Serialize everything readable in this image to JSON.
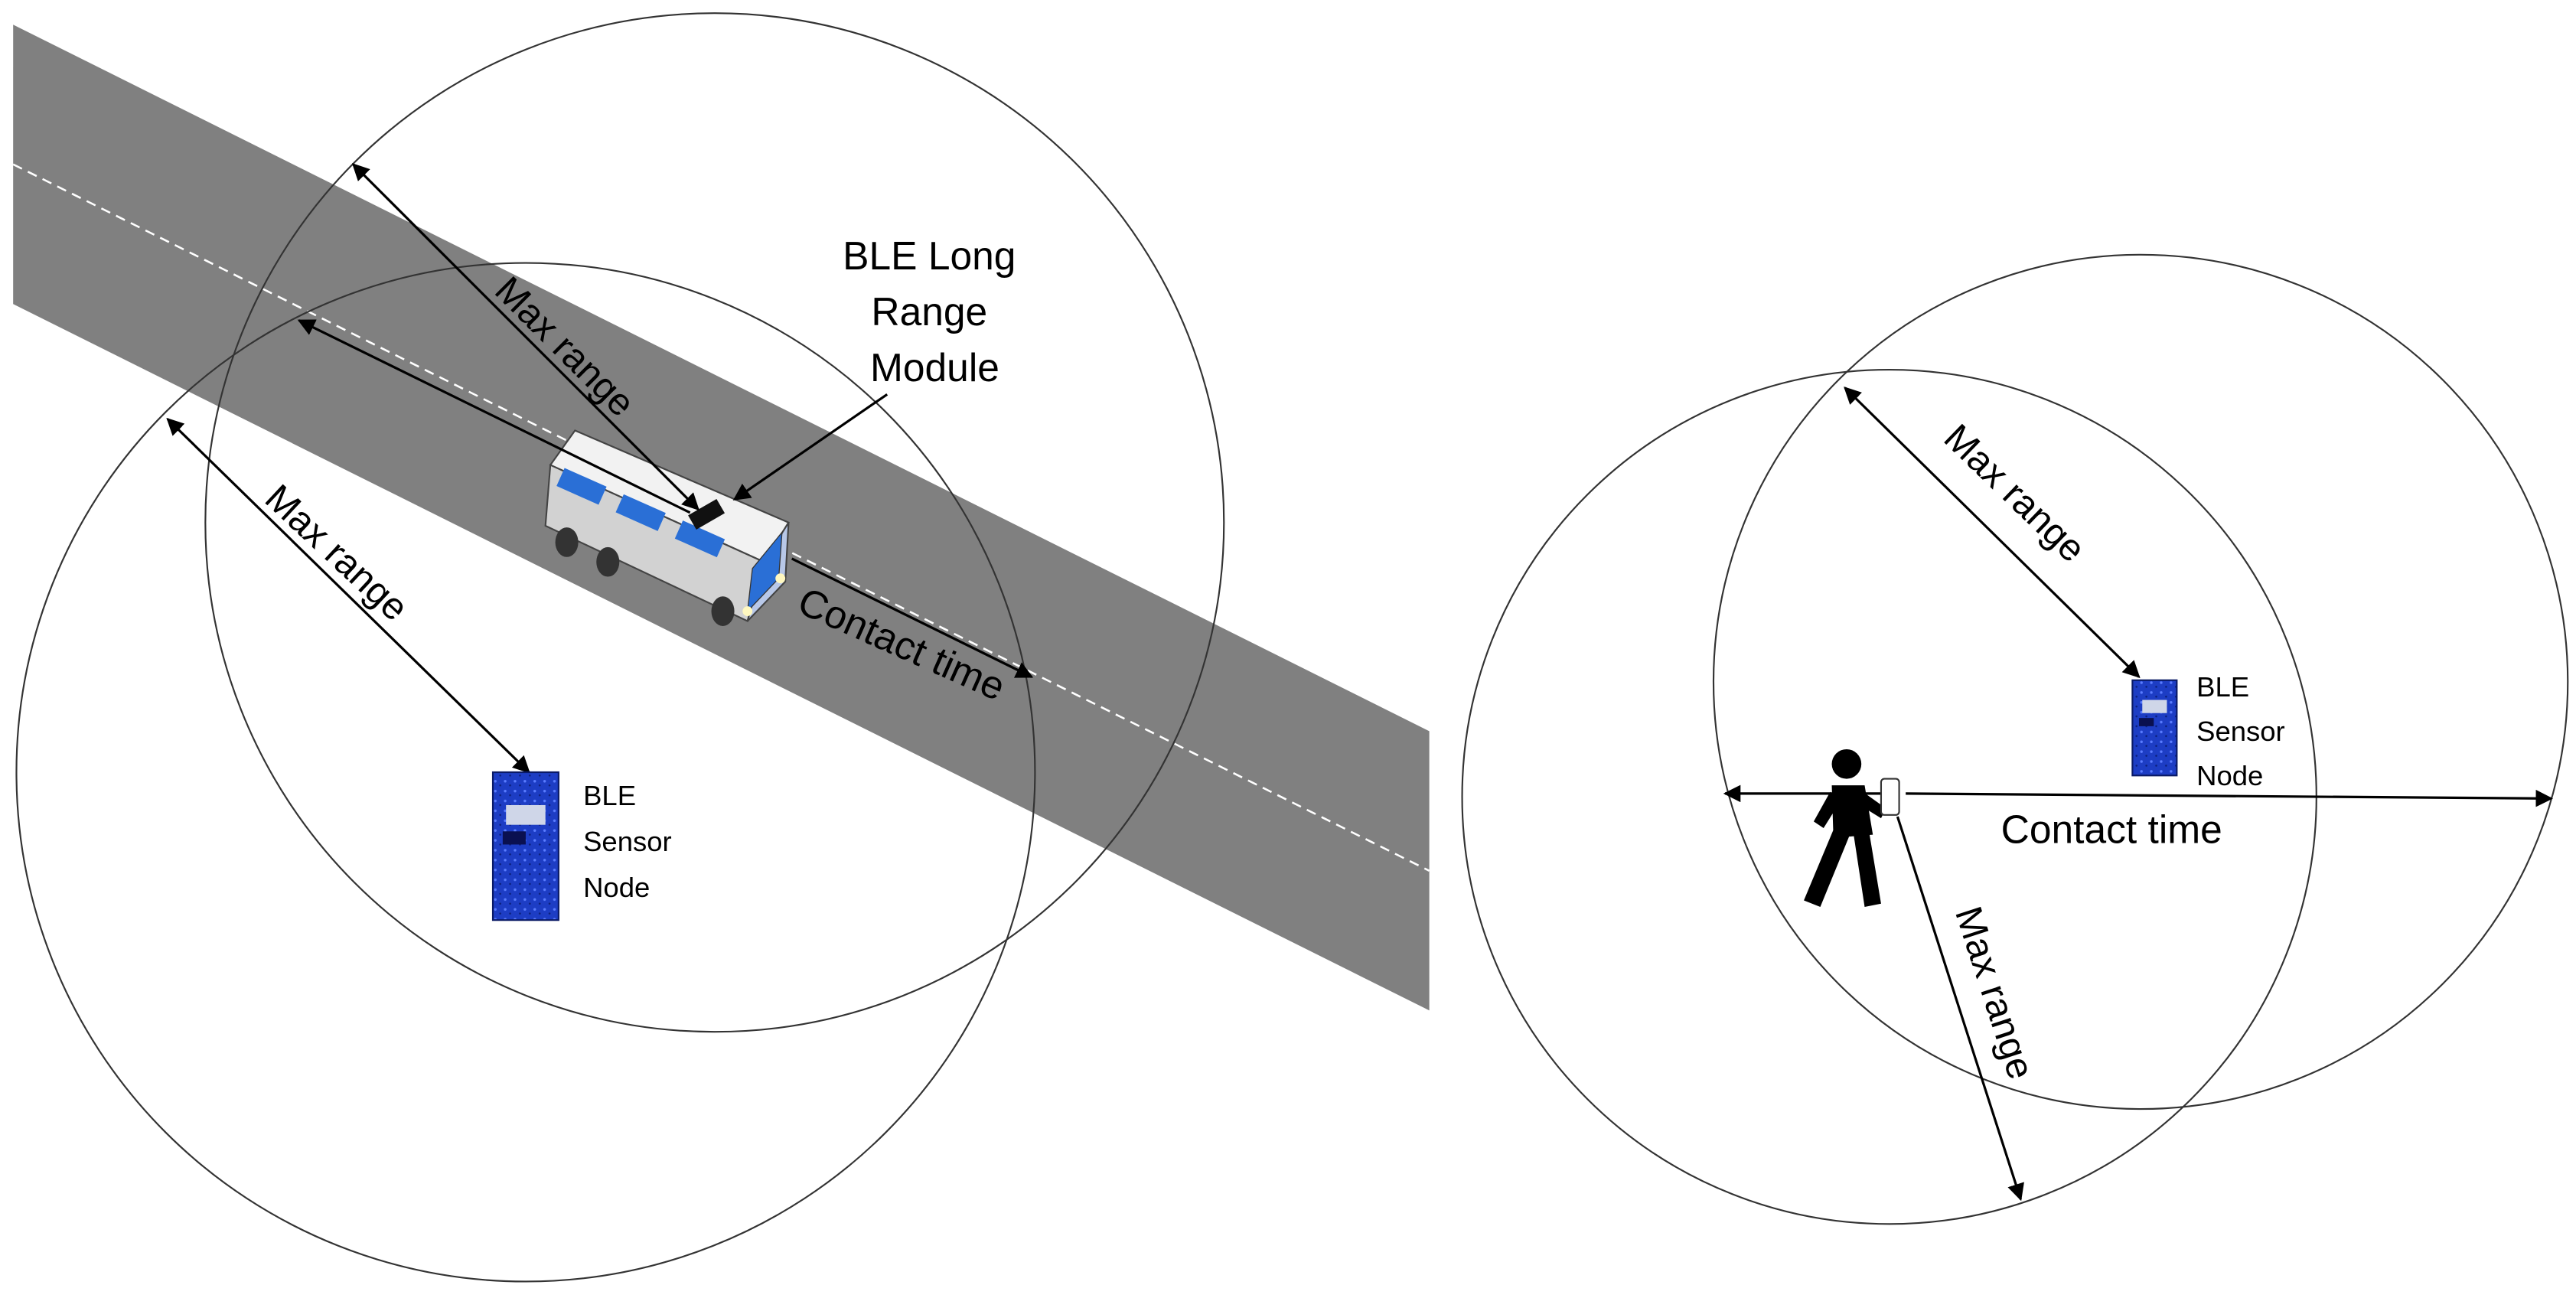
{
  "left_panel": {
    "module_label": [
      "BLE Long",
      "Range",
      "Module"
    ],
    "max_range_label_1": "Max range",
    "max_range_label_2": "Max range",
    "contact_time_label": "Contact time",
    "sensor_label": [
      "BLE",
      "Sensor",
      "Node"
    ]
  },
  "right_panel": {
    "max_range_label_1": "Max range",
    "max_range_label_2": "Max range",
    "contact_time_label": "Contact time",
    "sensor_label": [
      "BLE",
      "Sensor",
      "Node"
    ]
  },
  "colors": {
    "road": "#7f7f7f",
    "board": "#1f3fc8",
    "line": "#000000"
  }
}
